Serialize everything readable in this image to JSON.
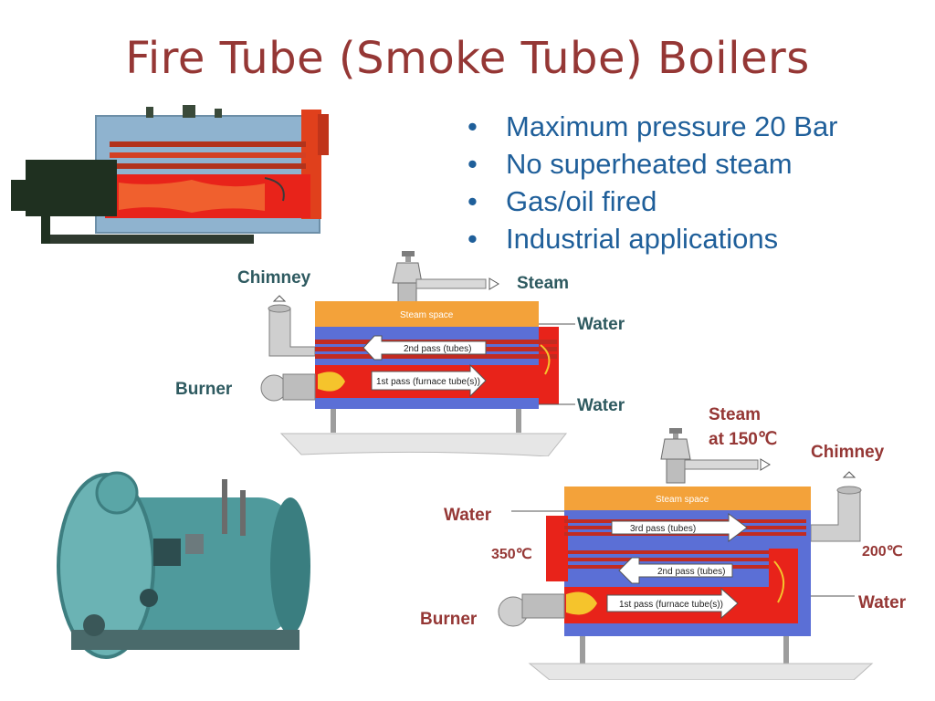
{
  "title": "Fire Tube (Smoke Tube) Boilers",
  "bullets": [
    "Maximum pressure 20 Bar",
    "No superheated steam",
    "Gas/oil fired",
    "Industrial applications"
  ],
  "diagram_two_pass": {
    "labels": {
      "chimney": "Chimney",
      "steam": "Steam",
      "water_top": "Water",
      "water_bottom": "Water",
      "burner": "Burner"
    },
    "inner": {
      "steam_space": "Steam space",
      "pass2": "2nd pass (tubes)",
      "pass1": "1st pass (furnace tube(s))"
    }
  },
  "diagram_three_pass": {
    "labels": {
      "steam": "Steam",
      "steam_temp": "at 150℃",
      "chimney": "Chimney",
      "water_left": "Water",
      "temp_left": "350℃",
      "temp_right": "200℃",
      "water_right": "Water",
      "burner": "Burner"
    },
    "inner": {
      "steam_space": "Steam space",
      "pass3": "3rd pass (tubes)",
      "pass2": "2nd pass (tubes)",
      "pass1": "1st pass (furnace tube(s))"
    }
  },
  "colors": {
    "title": "#953735",
    "bullets": "#1f5f9a",
    "diagram_labels": "#2e5a60",
    "water": "#5b6fd6",
    "fire": "#e8231a",
    "steam": "#f3a23a"
  }
}
